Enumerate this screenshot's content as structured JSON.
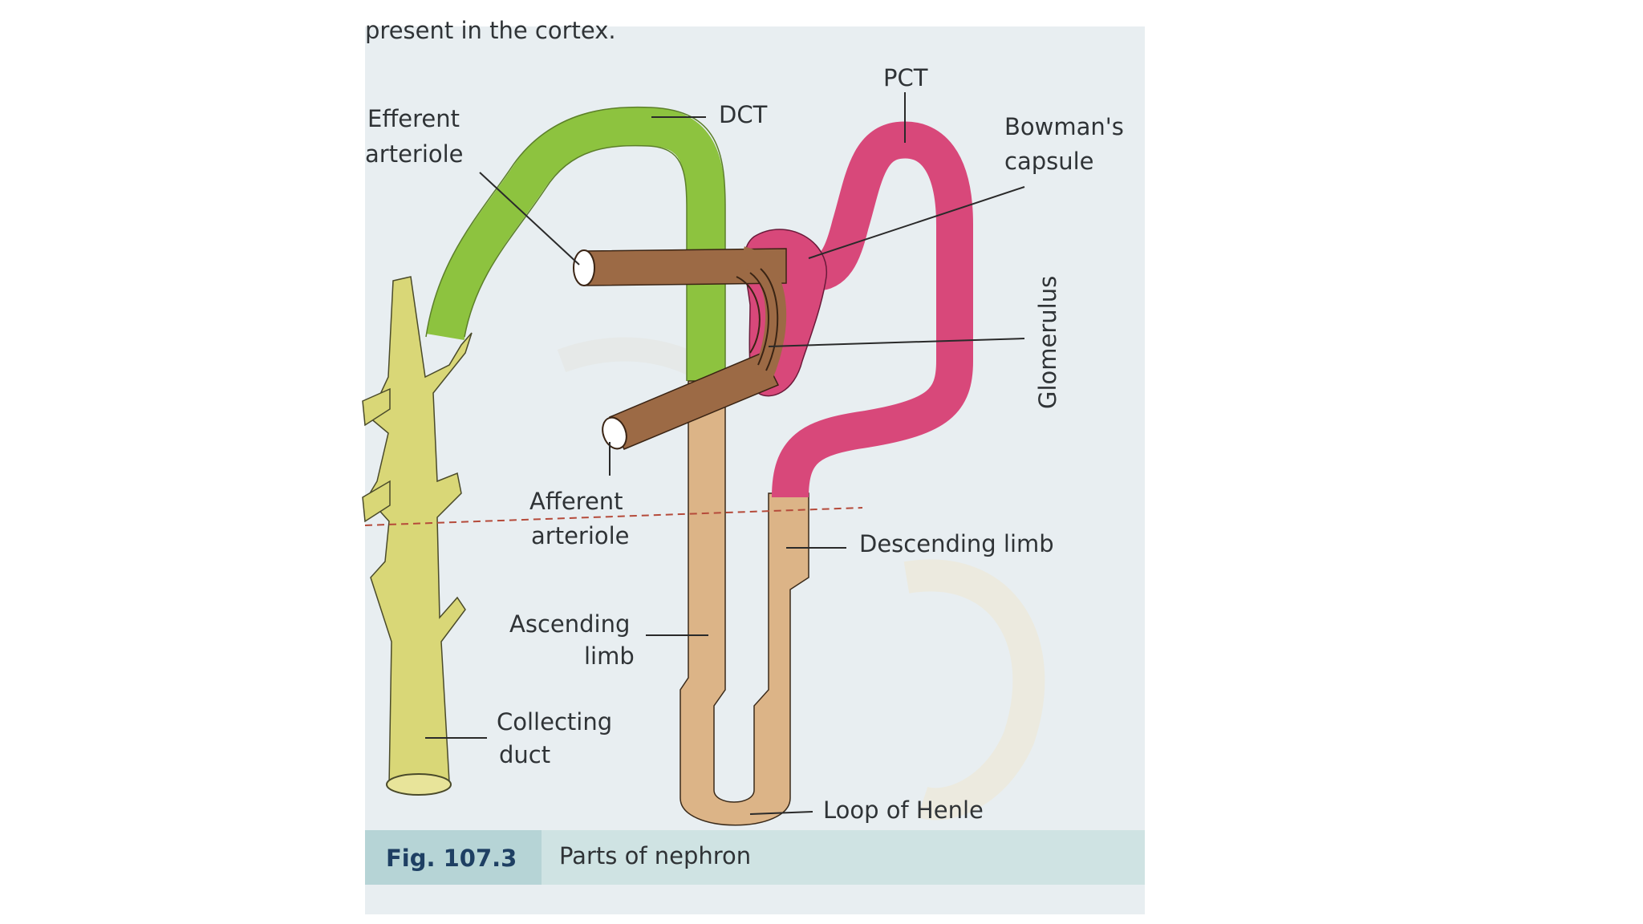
{
  "page_header_fragment": "present in the cortex.",
  "labels": {
    "efferent_line1": "Efferent",
    "efferent_line2": "arteriole",
    "dct": "DCT",
    "pct": "PCT",
    "bowmans_line1": "Bowman's",
    "bowmans_line2": "capsule",
    "glomerulus": "Glomerulus",
    "afferent_line1": "Afferent",
    "afferent_line2": "arteriole",
    "descending_limb": "Descending limb",
    "ascending_line1": "Ascending",
    "ascending_line2": "limb",
    "collecting_line1": "Collecting",
    "collecting_line2": "duct",
    "loop_of_henle": "Loop of Henle"
  },
  "caption": {
    "figure_number": "Fig. 107.3",
    "title": "Parts of nephron"
  },
  "colors": {
    "collecting_duct": "#d9d777",
    "dct": "#8dc33f",
    "pct": "#d8487a",
    "loop_of_henle": "#dcb487",
    "arteriole": "#9c6a45",
    "caption_bar": "#cfe3e3",
    "caption_number_bg": "#b6d4d6"
  }
}
